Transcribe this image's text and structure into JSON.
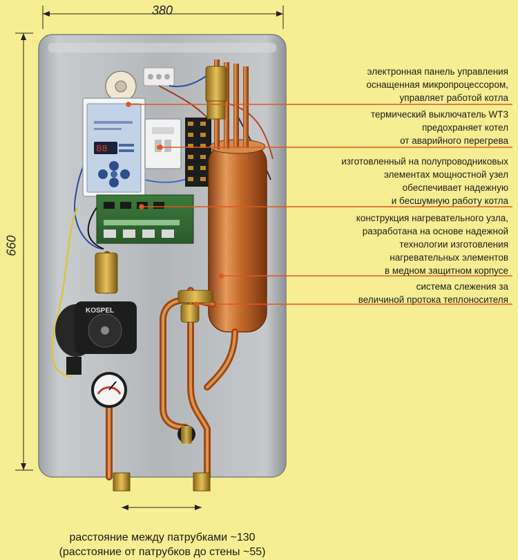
{
  "dimensions": {
    "width_label": "380",
    "height_label": "660"
  },
  "callouts": [
    {
      "lines": [
        "электронная панель управления",
        "оснащенная микропроцессором,",
        "управляет работой котла"
      ]
    },
    {
      "lines": [
        "термический выключатель WT3",
        "предохраняет котел",
        "от аварийного перегрева"
      ]
    },
    {
      "lines": [
        "изготовленный на полупроводниковых",
        "элементах мощностной узел",
        "обеспечивает надежную",
        "и бесшумную работу котла"
      ]
    },
    {
      "lines": [
        "конструкция нагревательного узла,",
        "разработана на основе надежной",
        "технологии изготовления",
        "нагревательных элементов",
        "в медном защитном корпусе"
      ]
    },
    {
      "lines": [
        "система слежения за",
        "величиной протока теплоносителя"
      ]
    }
  ],
  "device": {
    "pump_brand": "KOSPEL",
    "display_value": "88"
  },
  "caption": {
    "line1": "расстояние между патрубками ~130",
    "line2": "(расстояние от патрубков до стены ~55)"
  },
  "colors": {
    "background": "#f7ed92",
    "callout_line": "#e0571e",
    "copper": "#c26a2c",
    "casing": "#b9bcbf"
  }
}
